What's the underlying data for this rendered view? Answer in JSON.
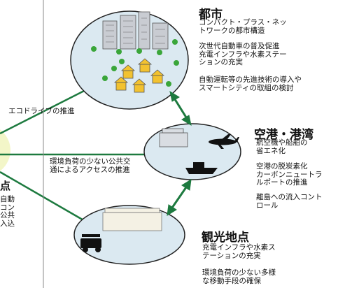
{
  "city": {
    "title": "都市",
    "items": [
      [
        "コンパクト・プラス・ネッ",
        "トワークの都市構造"
      ],
      [
        "次世代自動車の普及促進",
        "充電インフラや水素ステー",
        "ションの充実"
      ],
      [
        "自動運転等の先進技術の導入や",
        "スマートシティの取組の検討"
      ]
    ]
  },
  "port": {
    "title": "空港・港湾",
    "items": [
      [
        "航空機や船舶の",
        "省エネ化"
      ],
      [
        "空港の脱炭素化",
        "カーボンニュートラ",
        "ルポートの推進"
      ],
      [
        "離島への流入コント",
        "ロール"
      ]
    ]
  },
  "tourism": {
    "title": "観光地点",
    "items": [
      [
        "充電インフラや水素ス",
        "テーションの充実"
      ],
      [
        "環境負荷の少ない多様",
        "な移動手段の確保"
      ]
    ]
  },
  "links": {
    "eco_drive": "エコドライブの推進",
    "public_transport": [
      "環境負荷の少ない公共交",
      "通によるアクセスの推進"
    ]
  },
  "left_fragment": {
    "heading": "点",
    "lines": [
      "自動",
      "コン",
      "公共",
      "入込"
    ]
  },
  "colors": {
    "ellipse_fill": "#dbe9f1",
    "line_green": "#1d7a3f",
    "arrow_green": "#1d7a3f",
    "tree_green": "#3aa63a",
    "house_yellow": "#f2c230",
    "left_blob": "#f3f6c8"
  },
  "icons": [
    "office-building-icon",
    "tree-icon",
    "house-icon",
    "airport-terminal-icon",
    "airplane-icon",
    "ship-icon",
    "hotel-icon",
    "electric-cart-icon"
  ]
}
